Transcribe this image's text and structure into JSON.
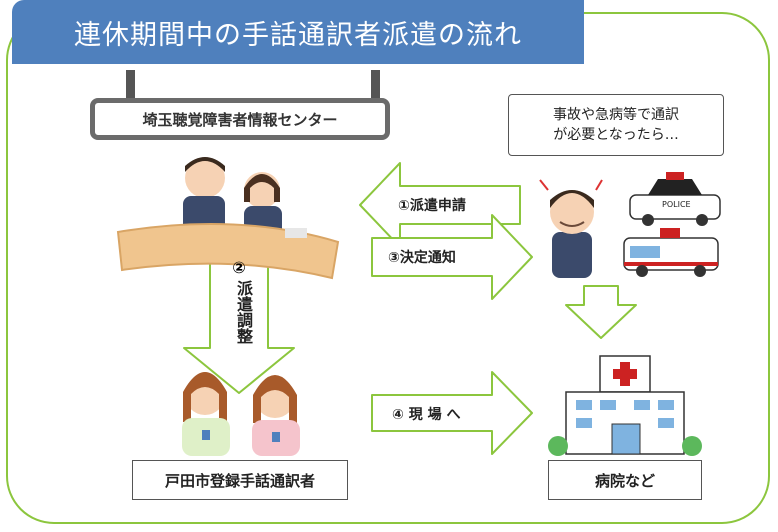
{
  "title": "連休期間中の手話通訳者派遣の流れ",
  "center_sign": "埼玉聴覚障害者情報センター",
  "bubble": {
    "line1": "事故や急病等で通訳",
    "line2": "が必要となったら…"
  },
  "arrows": {
    "request": "①派遣申請",
    "decision": "③決定通知",
    "adjust_num": "②",
    "adjust_text": "派遣調整",
    "to_site": "④ 現 場 へ"
  },
  "interpreters_label": "戸田市登録手話通訳者",
  "hospital_label": "病院など",
  "police_text": "POLICE",
  "colors": {
    "frame": "#8cc63e",
    "title_bg": "#4f80bd",
    "arrow_fill": "#ffffff",
    "arrow_stroke": "#8cc63e"
  }
}
